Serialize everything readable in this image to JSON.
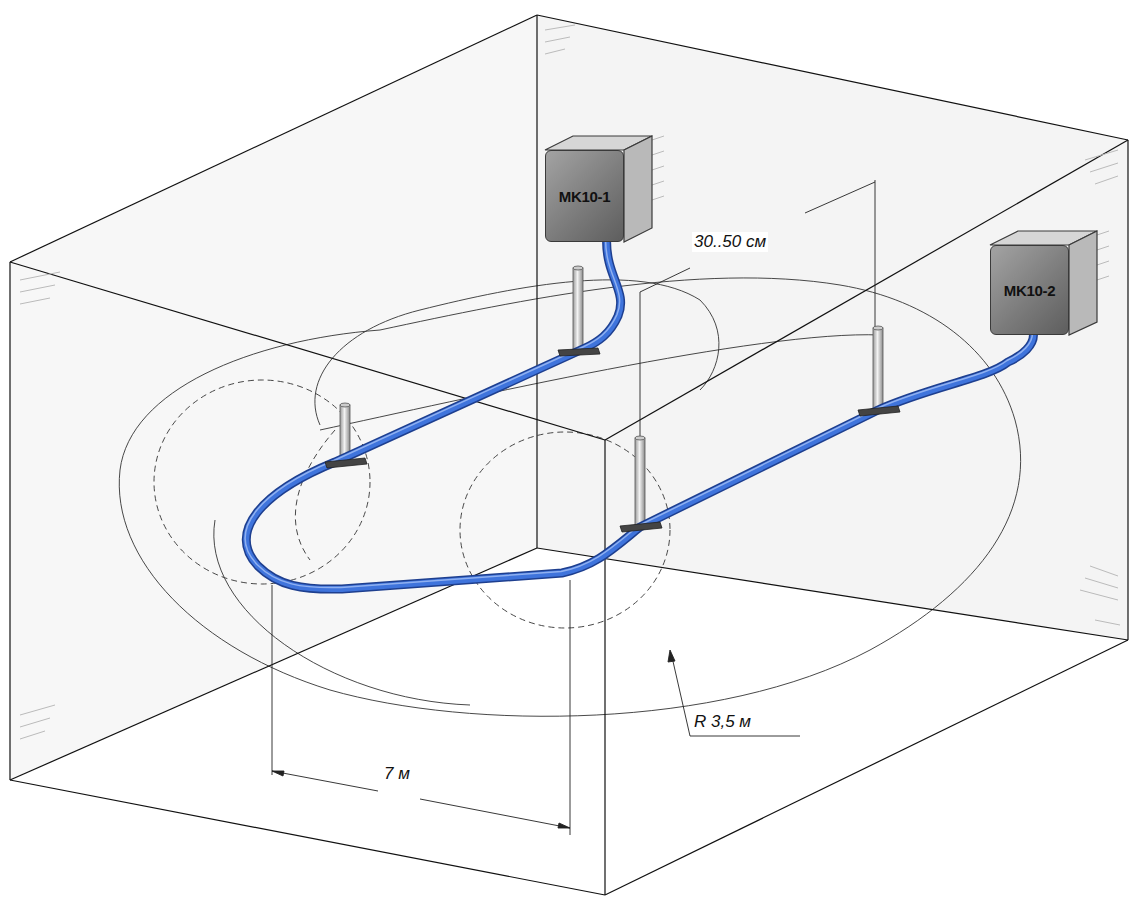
{
  "diagram": {
    "nodes": [
      {
        "text": [
          "MK10-1"
        ]
      },
      {
        "text": [
          "MK10-2"
        ]
      }
    ],
    "edges": [
      {
        "from": 0,
        "to": 1,
        "arrow": "none"
      }
    ],
    "labels": [
      "30..50 см",
      "R 3,5 м",
      "7 м"
    ]
  }
}
